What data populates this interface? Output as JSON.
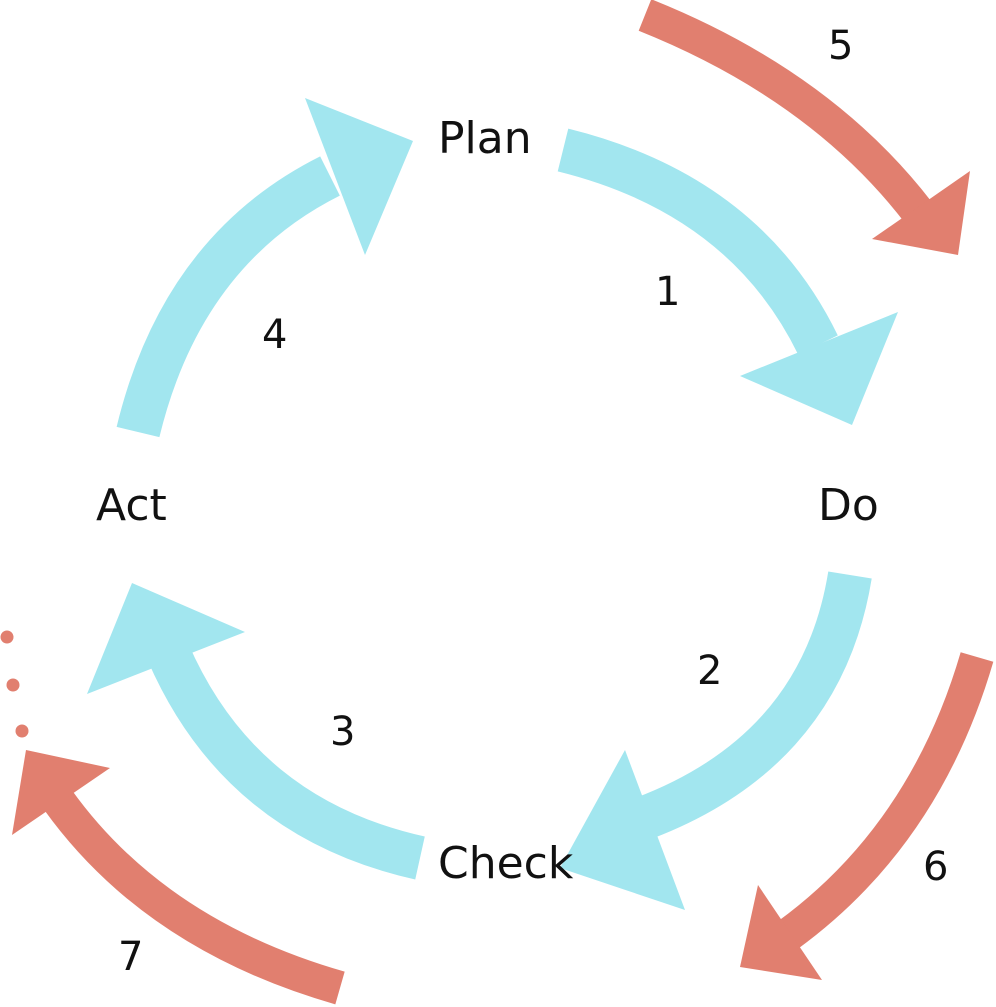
{
  "diagram": {
    "stages": {
      "plan": "Plan",
      "do": "Do",
      "check": "Check",
      "act": "Act"
    },
    "steps": {
      "s1": "1",
      "s2": "2",
      "s3": "3",
      "s4": "4",
      "s5": "5",
      "s6": "6",
      "s7": "7"
    },
    "colors": {
      "cycle_arrow": "#a2e6ef",
      "continuation_arrow": "#e17f6f",
      "text": "#111111"
    }
  }
}
